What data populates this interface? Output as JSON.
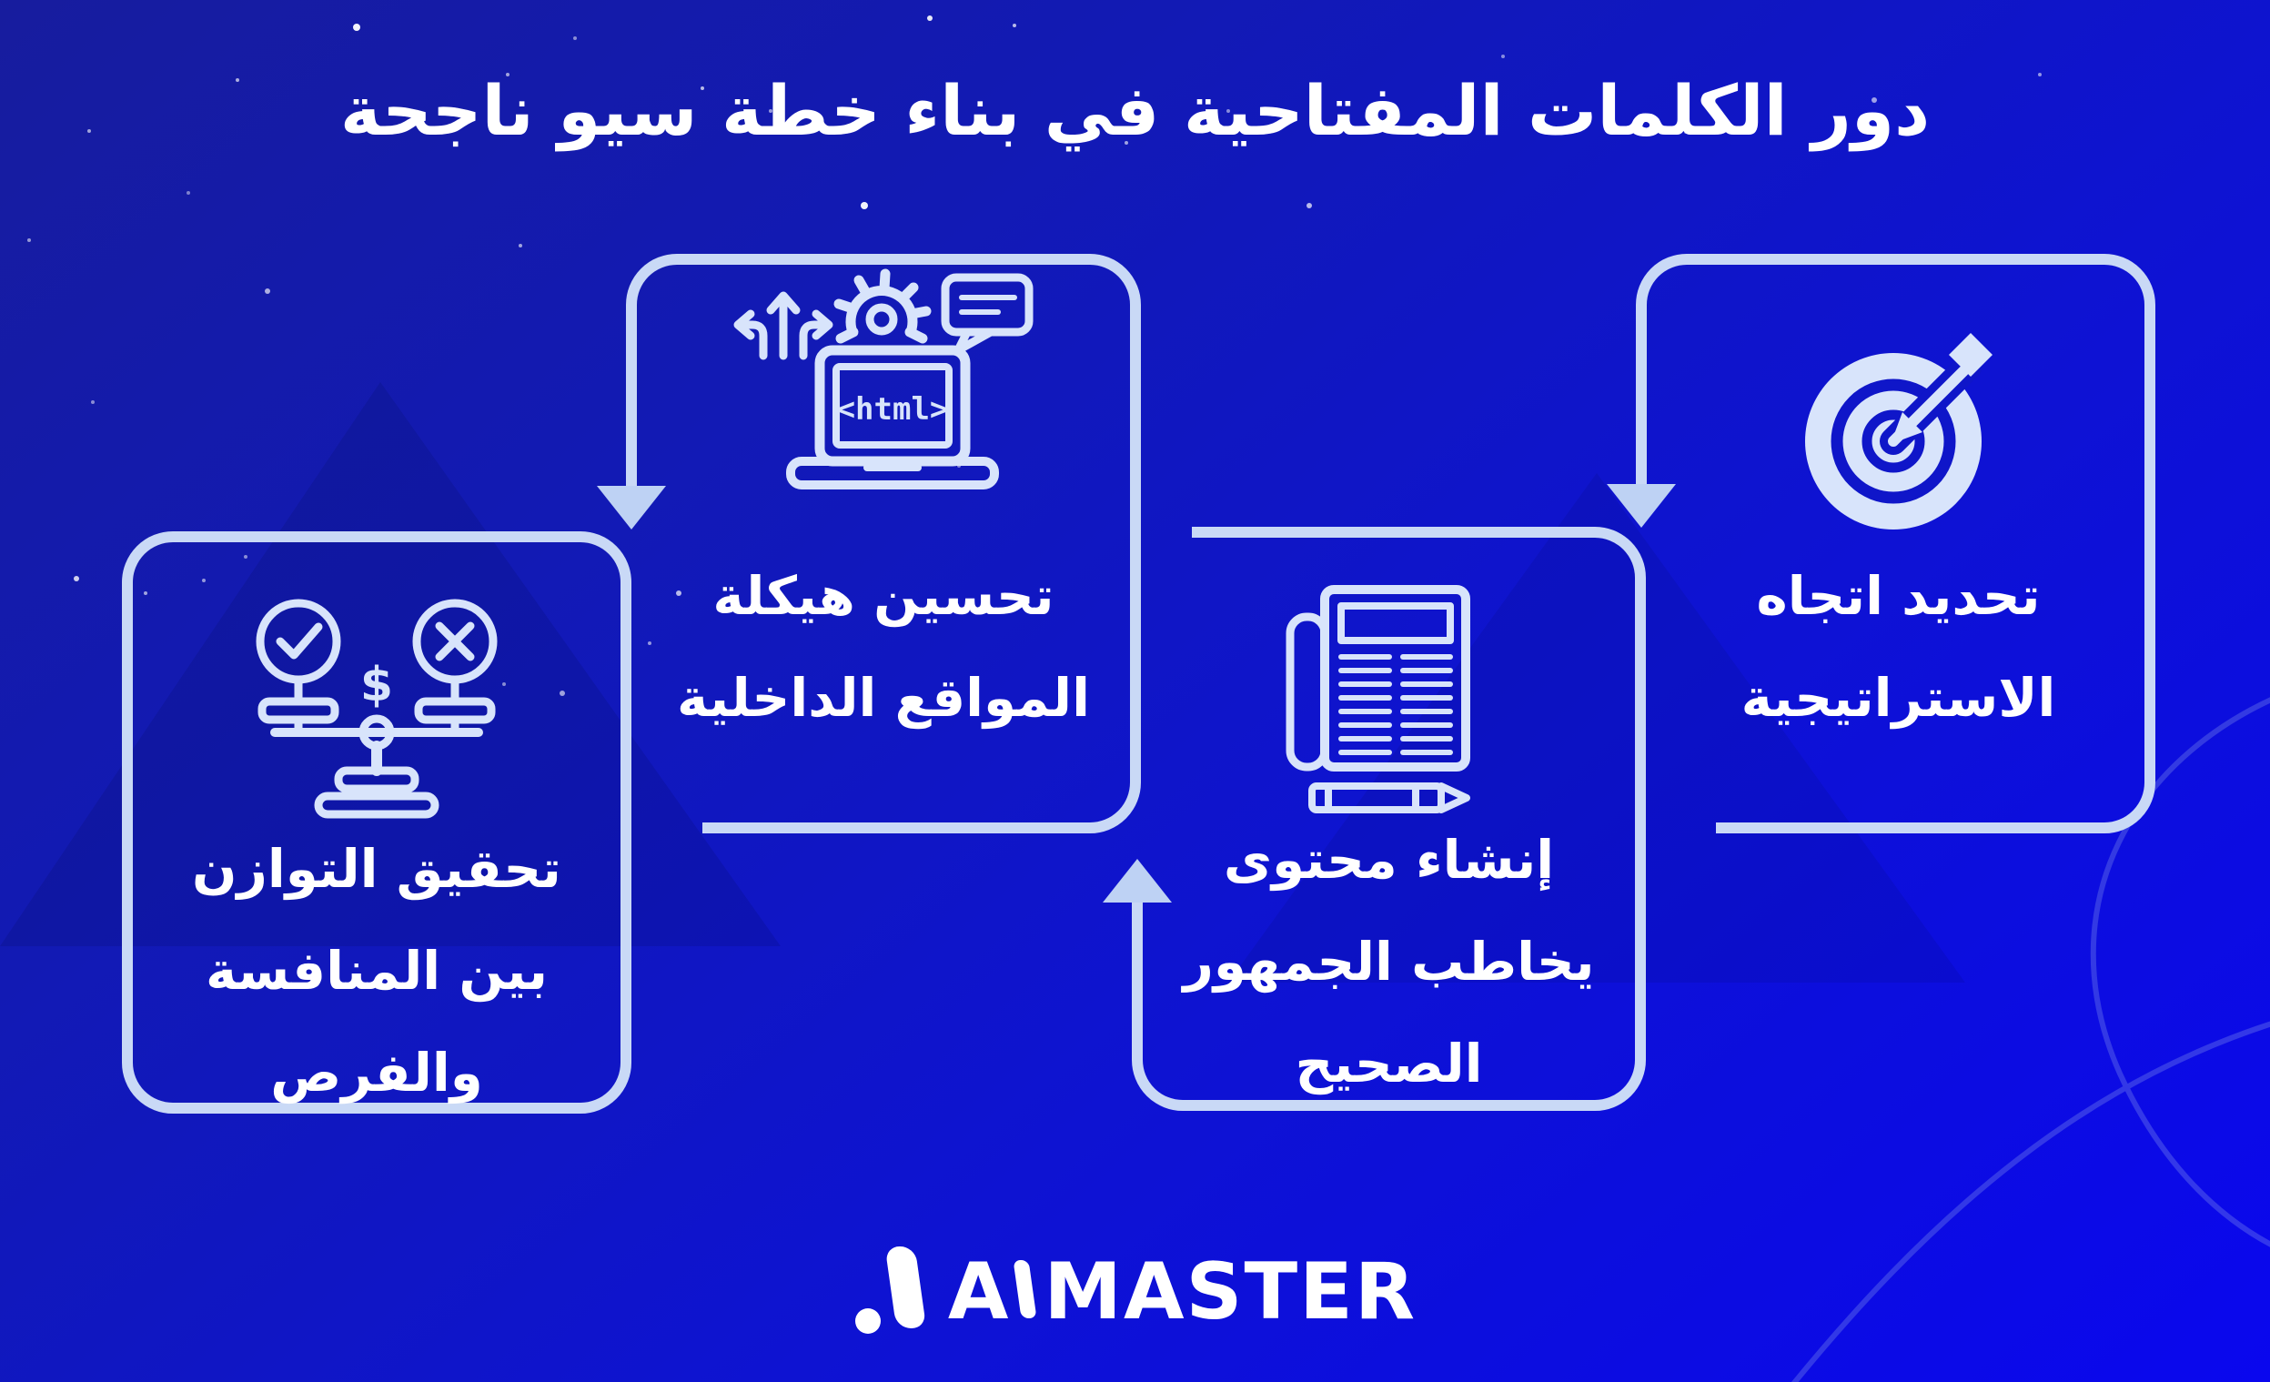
{
  "title": "دور الكلمات المفتاحية في بناء خطة سيو ناجحة",
  "steps": [
    {
      "id": 1,
      "icon": "target-dart-icon",
      "lines": [
        "تحديد اتجاه",
        "الاستراتيجية"
      ]
    },
    {
      "id": 2,
      "icon": "newspaper-pencil-icon",
      "lines": [
        "إنشاء محتوى",
        "يخاطب الجمهور",
        "الصحيح"
      ]
    },
    {
      "id": 3,
      "icon": "laptop-html-gear-icon",
      "lines": [
        "تحسين هيكلة",
        "المواقع الداخلية"
      ]
    },
    {
      "id": 4,
      "icon": "balance-scale-icon",
      "lines": [
        "تحقيق التوازن",
        "بين المنافسة",
        "والفرص"
      ]
    }
  ],
  "icon_labels": {
    "laptop_screen_code": "<html>",
    "currency_symbol": "$"
  },
  "connectors": [
    {
      "icon": "arrow-down",
      "between": "step1-to-step2"
    },
    {
      "icon": "arrow-up",
      "between": "step2-to-step3"
    },
    {
      "icon": "arrow-down",
      "between": "step3-to-step4"
    }
  ],
  "logo": {
    "part1": "A",
    "part2": "MASTER"
  },
  "colors": {
    "background_top": "#171c9e",
    "background_bottom": "#0a07ee",
    "line": "#c9d9f6",
    "arrow_fill": "#bed2f4",
    "icon_stroke": "#d8e4fb",
    "text": "#ffffff"
  }
}
